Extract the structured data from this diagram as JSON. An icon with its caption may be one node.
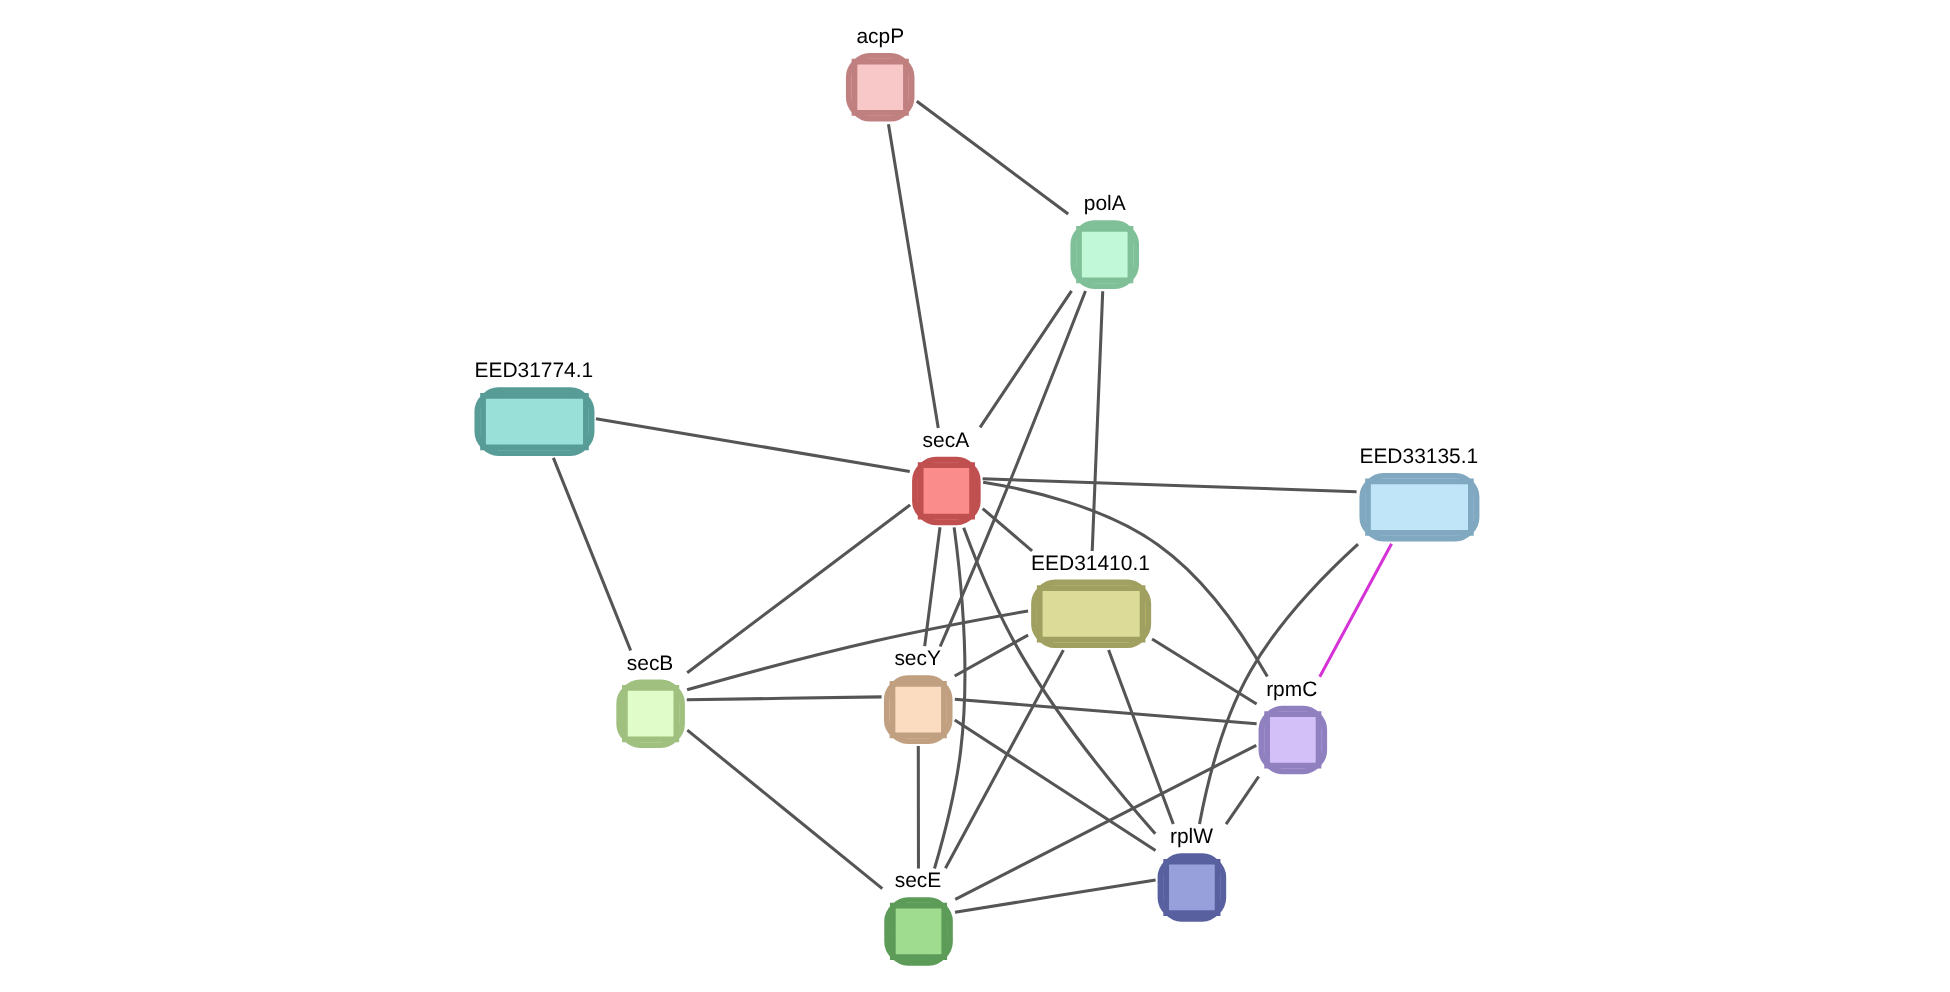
{
  "diagram": {
    "nodes": [
      {
        "text": [
          "acpP"
        ]
      },
      {
        "text": [
          "polA"
        ]
      },
      {
        "text": [
          "EED31774.1"
        ]
      },
      {
        "text": [
          "secA"
        ]
      },
      {
        "text": [
          "EED31410.1"
        ]
      },
      {
        "text": [
          "secB"
        ]
      },
      {
        "text": [
          "rplW"
        ]
      },
      {
        "text": [
          "EED33135.1"
        ]
      },
      {
        "text": [
          "secY"
        ]
      },
      {
        "text": [
          "rpmC"
        ]
      },
      {
        "text": [
          "secE"
        ]
      }
    ],
    "edges": [
      {
        "from": 0,
        "to": 1,
        "arrow": "none"
      },
      {
        "from": 0,
        "to": 3,
        "arrow": "none"
      },
      {
        "from": 1,
        "to": 3,
        "arrow": "none"
      },
      {
        "from": 1,
        "to": 4,
        "arrow": "none"
      },
      {
        "from": 1,
        "to": 8,
        "arrow": "none"
      },
      {
        "from": 3,
        "to": 2,
        "arrow": "none"
      },
      {
        "from": 3,
        "to": 4,
        "arrow": "none"
      },
      {
        "from": 3,
        "to": 5,
        "arrow": "none"
      },
      {
        "from": 3,
        "to": 6,
        "arrow": "none"
      },
      {
        "from": 3,
        "to": 7,
        "arrow": "none"
      },
      {
        "from": 3,
        "to": 8,
        "arrow": "none"
      },
      {
        "from": 3,
        "to": 9,
        "arrow": "none"
      },
      {
        "from": 3,
        "to": 10,
        "arrow": "none"
      },
      {
        "from": 2,
        "to": 5,
        "arrow": "none"
      },
      {
        "from": 4,
        "to": 5,
        "arrow": "none"
      },
      {
        "from": 4,
        "to": 6,
        "arrow": "none"
      },
      {
        "from": 4,
        "to": 8,
        "arrow": "none"
      },
      {
        "from": 4,
        "to": 9,
        "arrow": "none"
      },
      {
        "from": 4,
        "to": 10,
        "arrow": "none"
      },
      {
        "from": 6,
        "to": 7,
        "arrow": "none"
      },
      {
        "from": 6,
        "to": 8,
        "arrow": "none"
      },
      {
        "from": 6,
        "to": 9,
        "arrow": "none"
      },
      {
        "from": 6,
        "to": 10,
        "arrow": "none"
      },
      {
        "from": 7,
        "to": 9,
        "arrow": "none",
        "color": "#d633d6"
      },
      {
        "from": 8,
        "to": 5,
        "arrow": "none"
      },
      {
        "from": 8,
        "to": 9,
        "arrow": "none"
      },
      {
        "from": 8,
        "to": 10,
        "arrow": "none"
      },
      {
        "from": 5,
        "to": 10,
        "arrow": "none"
      },
      {
        "from": 9,
        "to": 10,
        "arrow": "none"
      }
    ]
  }
}
